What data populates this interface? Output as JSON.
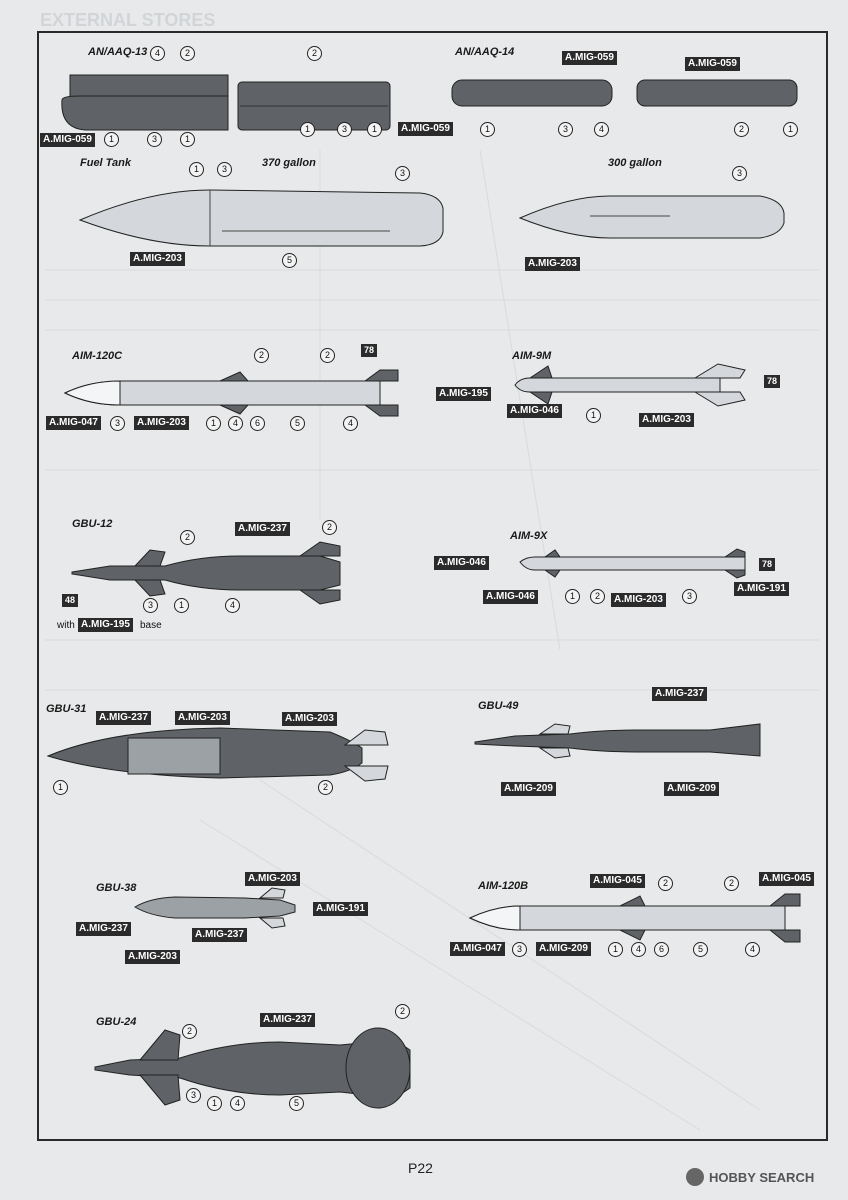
{
  "header_ghost": "EXTERNAL STORES",
  "page_number": "P22",
  "watermark": "HOBBY SEARCH",
  "colors": {
    "dark": "#5f6266",
    "light": "#d4d8dc",
    "mid": "#9ca1a6",
    "label_bg": "#2b2b2b"
  },
  "stores": {
    "aaq13": {
      "title": "AN/AAQ-13",
      "paint": [
        "A.MIG-059",
        "A.MIG-059"
      ],
      "nums": [
        "4",
        "2",
        "1",
        "3",
        "1",
        "2",
        "1",
        "3",
        "1"
      ]
    },
    "aaq14": {
      "title": "AN/AAQ-14",
      "paint": [
        "A.MIG-059",
        "A.MIG-059"
      ],
      "nums": [
        "1",
        "3",
        "4",
        "2",
        "1"
      ]
    },
    "fuel": {
      "title": "Fuel Tank",
      "t370": "370 gallon",
      "t300": "300 gallon",
      "paint": [
        "A.MIG-203",
        "A.MIG-203"
      ],
      "nums": [
        "1",
        "3",
        "3",
        "5",
        "3"
      ]
    },
    "aim120c": {
      "title": "AIM-120C",
      "paint": [
        "A.MIG-047",
        "A.MIG-203"
      ],
      "box": "78",
      "nums": [
        "3",
        "2",
        "2",
        "1",
        "4",
        "6",
        "5",
        "4"
      ]
    },
    "aim9m": {
      "title": "AIM-9M",
      "paint": [
        "A.MIG-195",
        "A.MIG-046",
        "A.MIG-203"
      ],
      "box": "78",
      "nums": [
        "1"
      ]
    },
    "gbu12": {
      "title": "GBU-12",
      "paint": [
        "A.MIG-237",
        "A.MIG-195"
      ],
      "box": "48",
      "with": "with",
      "base": "base",
      "nums": [
        "2",
        "2",
        "3",
        "1",
        "4"
      ]
    },
    "aim9x": {
      "title": "AIM-9X",
      "paint": [
        "A.MIG-046",
        "A.MIG-046",
        "A.MIG-203",
        "A.MIG-191"
      ],
      "box": "78",
      "nums": [
        "1",
        "2",
        "3"
      ]
    },
    "gbu31": {
      "title": "GBU-31",
      "paint": [
        "A.MIG-237",
        "A.MIG-203",
        "A.MIG-203"
      ],
      "nums": [
        "1",
        "2"
      ]
    },
    "gbu49": {
      "title": "GBU-49",
      "paint": [
        "A.MIG-237",
        "A.MIG-209",
        "A.MIG-209"
      ]
    },
    "gbu38": {
      "title": "GBU-38",
      "paint": [
        "A.MIG-203",
        "A.MIG-191",
        "A.MIG-237",
        "A.MIG-237",
        "A.MIG-203"
      ]
    },
    "aim120b": {
      "title": "AIM-120B",
      "paint": [
        "A.MIG-045",
        "A.MIG-045",
        "A.MIG-047",
        "A.MIG-209"
      ],
      "nums": [
        "2",
        "2",
        "3",
        "1",
        "4",
        "6",
        "5",
        "4"
      ]
    },
    "gbu24": {
      "title": "GBU-24",
      "paint": [
        "A.MIG-237"
      ],
      "nums": [
        "2",
        "2",
        "3",
        "1",
        "4",
        "5"
      ]
    }
  }
}
